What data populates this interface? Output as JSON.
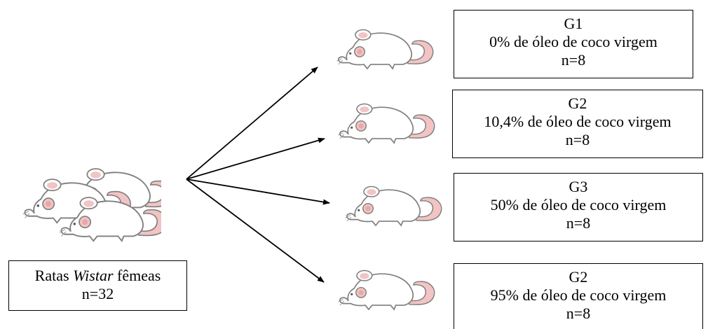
{
  "source": {
    "label_prefix": "Ratas ",
    "label_italic": "Wistar",
    "label_suffix": " fêmeas",
    "count": "n=32"
  },
  "groups": [
    {
      "name": "G1",
      "treatment": "0% de óleo de coco virgem",
      "count": "n=8"
    },
    {
      "name": "G2",
      "treatment": "10,4% de óleo de coco virgem",
      "count": "n=8"
    },
    {
      "name": "G3",
      "treatment": "50% de óleo de coco virgem",
      "count": "n=8"
    },
    {
      "name": "G2",
      "treatment": "95% de óleo de coco virgem",
      "count": "n=8"
    }
  ],
  "icons": {
    "group_icon": "rat-icon",
    "source_icon": "rat-group-icon"
  },
  "colors": {
    "outline": "#7f7f7f",
    "ear": "#e8a8a8",
    "tail": "#d99a9a",
    "stroke": "#000000"
  }
}
